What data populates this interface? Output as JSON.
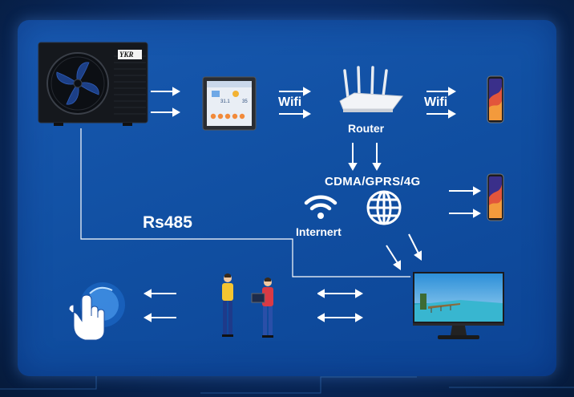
{
  "diagram": {
    "logo": "YKR",
    "labels": {
      "wifi_1": "Wifi",
      "wifi_2": "Wifi",
      "router": "Router",
      "network": "CDMA/GPRS/4G",
      "internet": "Internert",
      "rs485": "Rs485"
    },
    "controller_screen": {
      "value_1": "31.1",
      "value_2": "35"
    },
    "colors": {
      "background": "#0a2c66",
      "panel": "#1456ab",
      "arrow": "#ffffff",
      "text": "#ffffff"
    }
  }
}
